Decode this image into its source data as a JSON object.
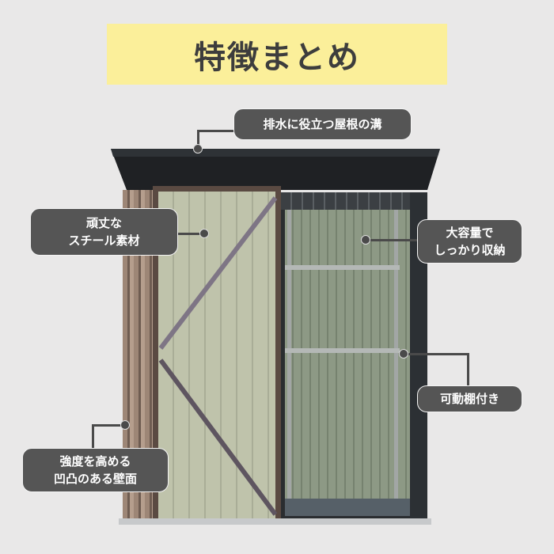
{
  "title": "特徴まとめ",
  "callouts": {
    "roof_groove": "排水に役立つ屋根の溝",
    "steel_line1": "頑丈な",
    "steel_line2": "スチール素材",
    "capacity_line1": "大容量で",
    "capacity_line2": "しっかり収納",
    "shelf": "可動棚付き",
    "wall_line1": "強度を高める",
    "wall_line2": "凹凸のある壁面"
  },
  "colors": {
    "title_bg": "#fbef9a",
    "callout_bg": "#555555",
    "background": "#e9e8e8"
  }
}
